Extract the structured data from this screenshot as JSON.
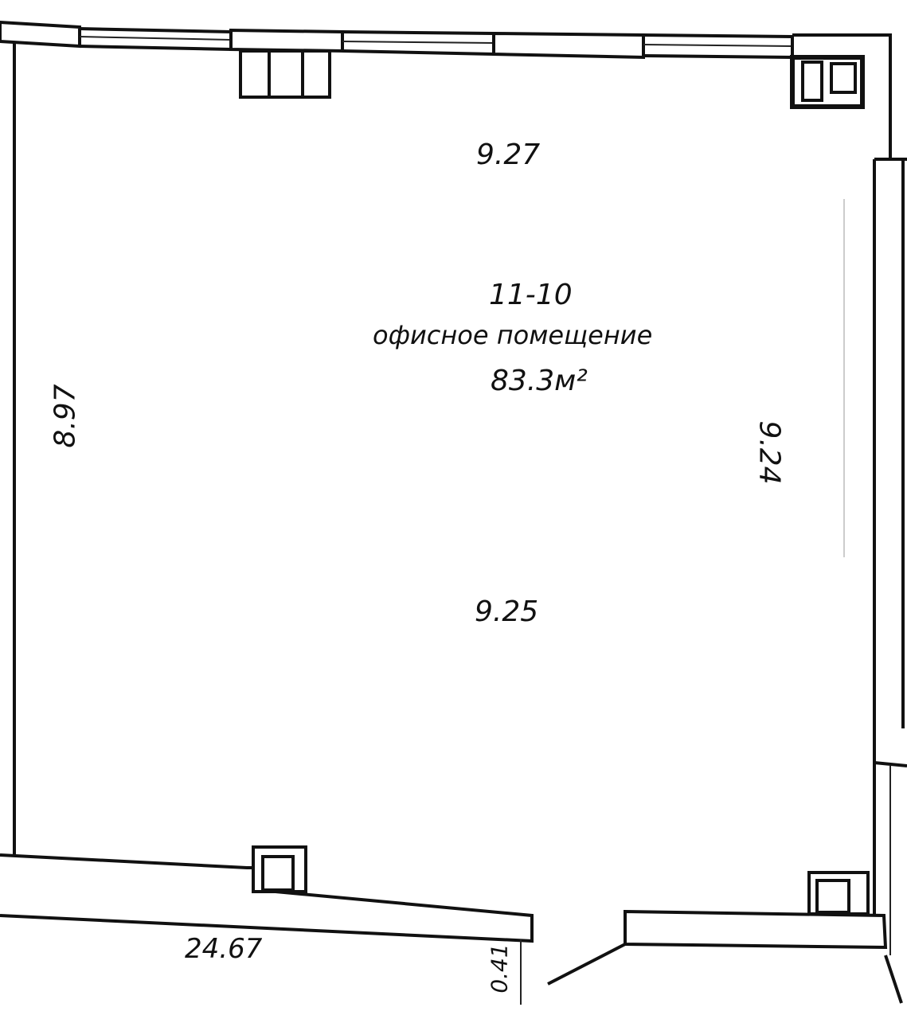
{
  "room": {
    "number": "11-10",
    "name": "офисное помещение",
    "area": "83.3м²"
  },
  "dimensions": {
    "top": "9.27",
    "bottom": "9.25",
    "left": "8.97",
    "right": "9.24",
    "outer_bottom": "24.67",
    "door_offset": "0.41"
  }
}
